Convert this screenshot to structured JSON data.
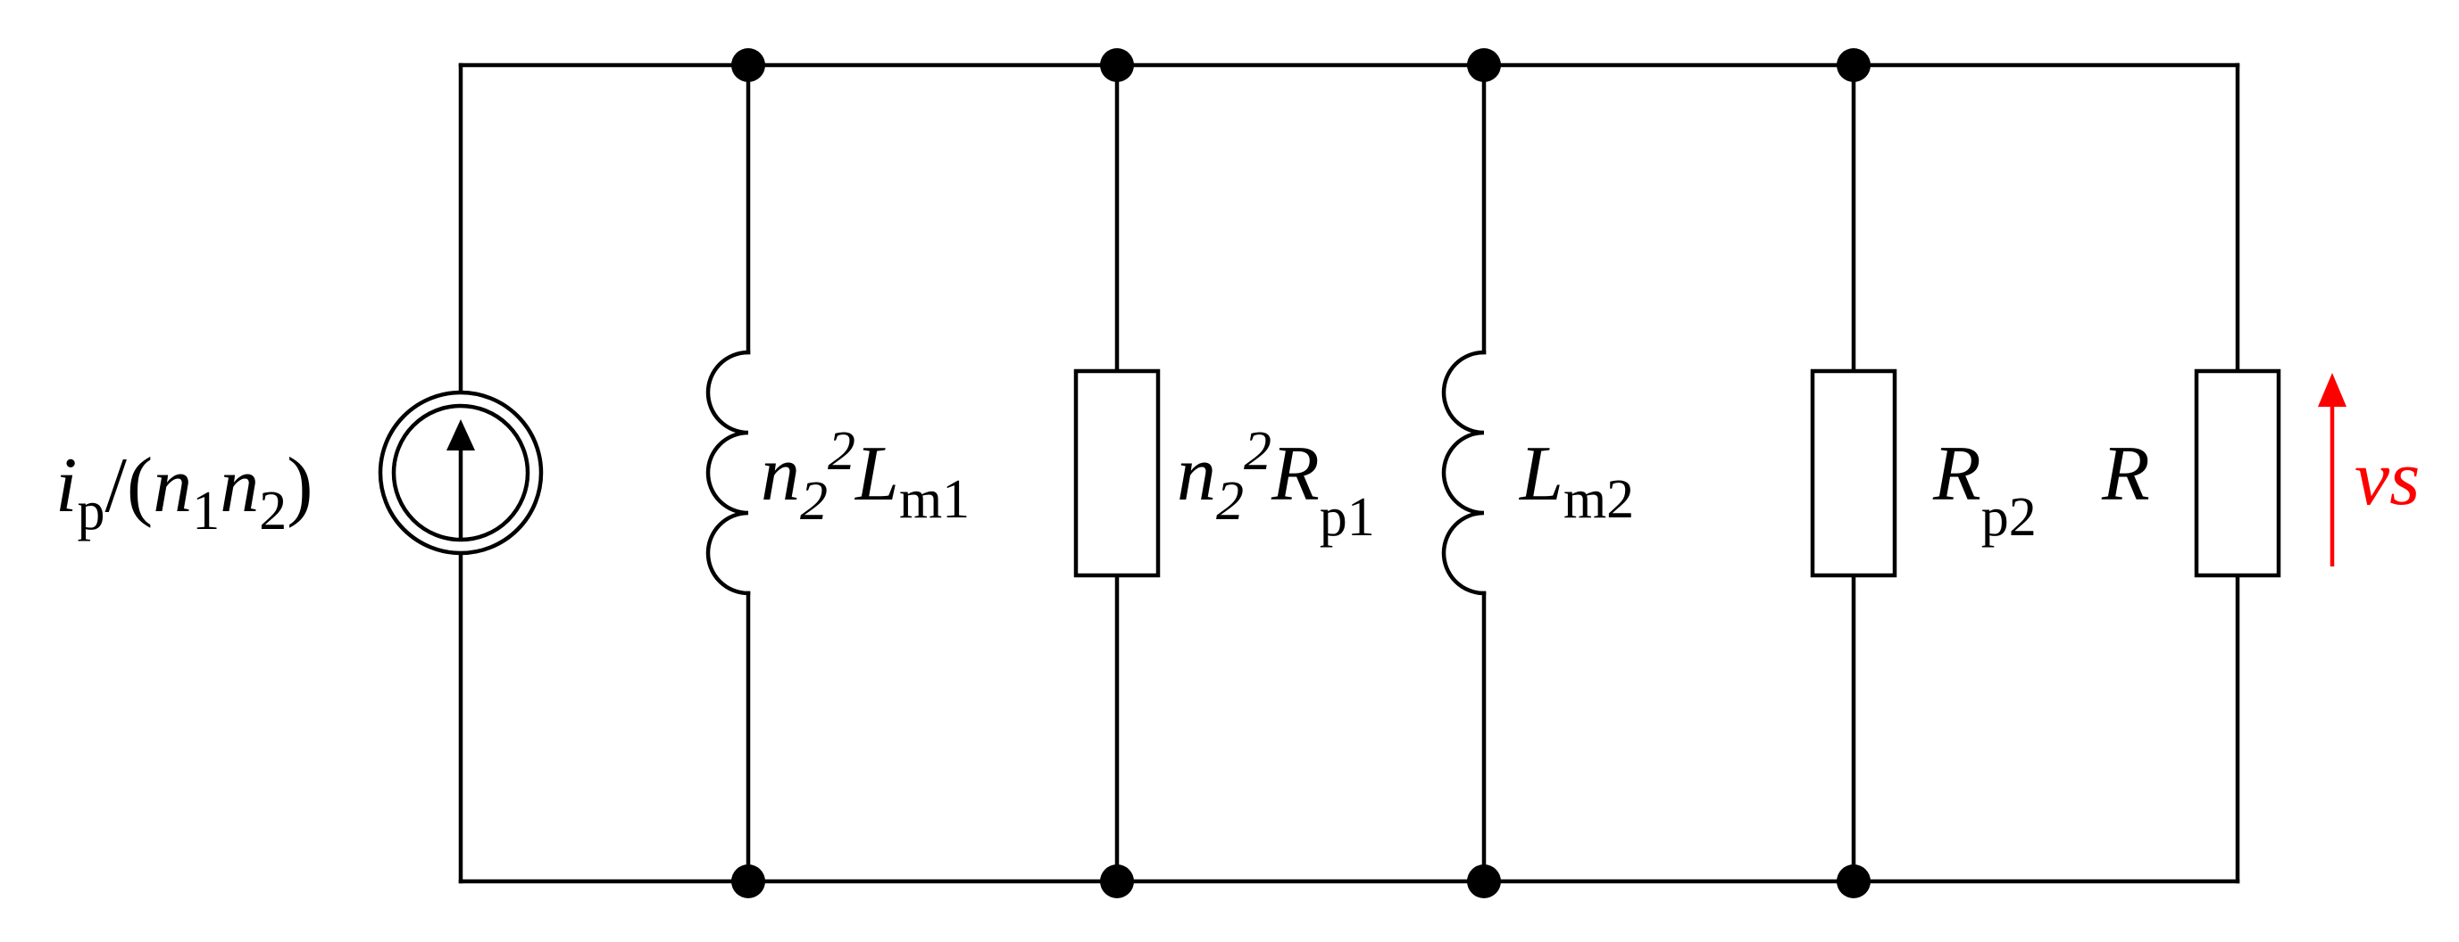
{
  "diagram": {
    "type": "parallel-circuit",
    "labels": {
      "source": {
        "i": "i",
        "p": "p",
        "open": "/(",
        "n1": "n",
        "sub1": "1",
        "n2": "n",
        "sub2": "2",
        "close": ")"
      },
      "lm1": {
        "n": "n",
        "n_sub": "2",
        "exp": "2",
        "L": "L",
        "L_sub": "m1"
      },
      "rp1": {
        "n": "n",
        "n_sub": "2",
        "exp": "2",
        "R": "R",
        "R_sub": "p1"
      },
      "lm2": {
        "L": "L",
        "L_sub": "m2"
      },
      "rp2": {
        "R": "R",
        "R_sub": "p2"
      },
      "r": {
        "R": "R"
      },
      "vs": {
        "v": "v",
        "s": "s"
      }
    },
    "colors": {
      "wire": "#000000",
      "voltage_arrow": "#ff0000"
    }
  }
}
